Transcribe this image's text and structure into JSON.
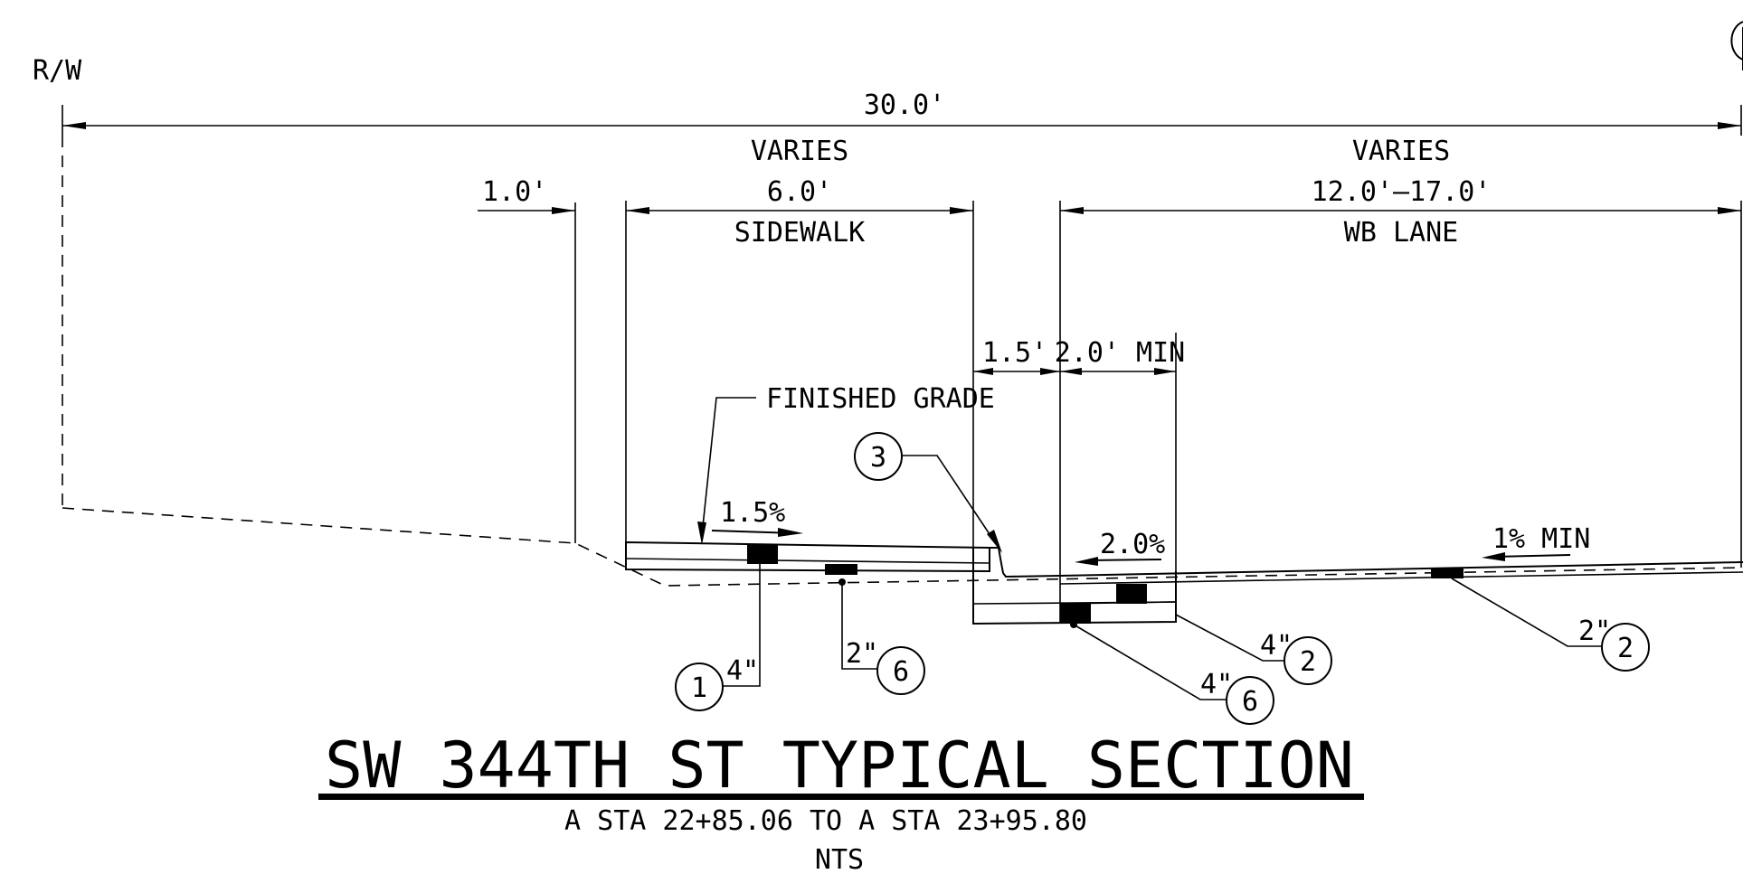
{
  "drawing": {
    "labels": {
      "rw": "R/W",
      "total_width": "30.0'",
      "curb_offset": "1.0'",
      "sidewalk_varies": "VARIES",
      "sidewalk_width": "6.0'",
      "sidewalk_name": "SIDEWALK",
      "lane_varies": "VARIES",
      "lane_width": "12.0'–17.0'",
      "lane_name": "WB LANE",
      "gutter_width": "1.5'",
      "lane_min": "2.0' MIN",
      "finished_grade": "FINISHED GRADE",
      "sidewalk_slope": "1.5%",
      "gutter_slope": "2.0%",
      "lane_slope": "1% MIN"
    },
    "callouts": [
      {
        "number": "1",
        "thickness": "4\""
      },
      {
        "number": "6",
        "thickness": "2\""
      },
      {
        "number": "3",
        "thickness": ""
      },
      {
        "number": "2",
        "thickness": "4\""
      },
      {
        "number": "6",
        "thickness": "4\""
      },
      {
        "number": "2",
        "thickness": "2\""
      }
    ],
    "title": "SW 344TH ST TYPICAL SECTION",
    "station_range": "A STA 22+85.06 TO A STA 23+95.80",
    "scale_note": "NTS"
  }
}
